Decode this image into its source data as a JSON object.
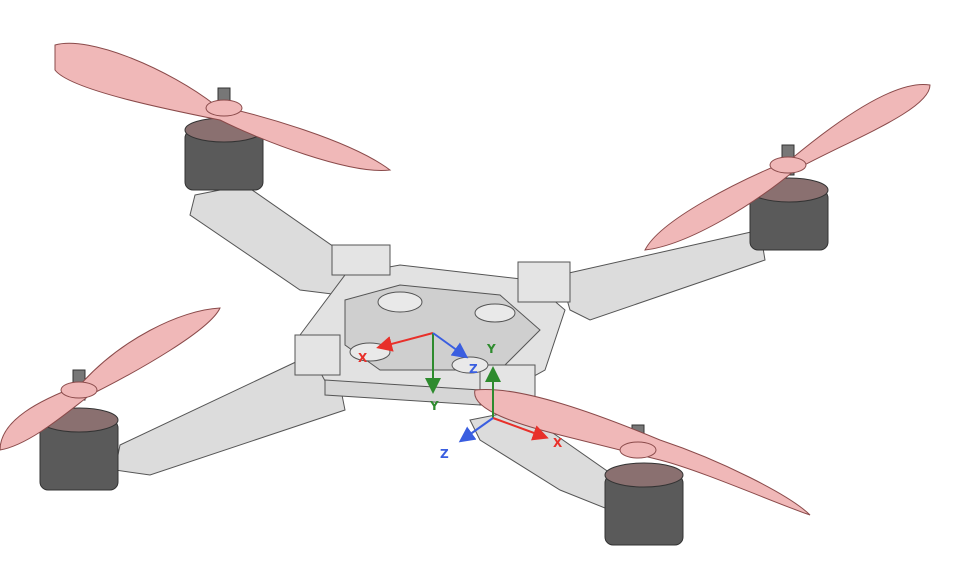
{
  "viewport": {
    "model": "quadcopter-frame-assembly",
    "colors": {
      "background": "#ffffff",
      "frame": "#d9d9d9",
      "frame_edge": "#555555",
      "motor": "#5a5a5a",
      "propeller": "#f0b8b8",
      "axis_x": "#e8302a",
      "axis_y": "#2e8b2e",
      "axis_z": "#3a5ee0"
    }
  },
  "triads": [
    {
      "x_label": "X",
      "y_label": "Y",
      "z_label": "Z"
    },
    {
      "x_label": "X",
      "y_label": "Y",
      "z_label": "Z"
    }
  ]
}
